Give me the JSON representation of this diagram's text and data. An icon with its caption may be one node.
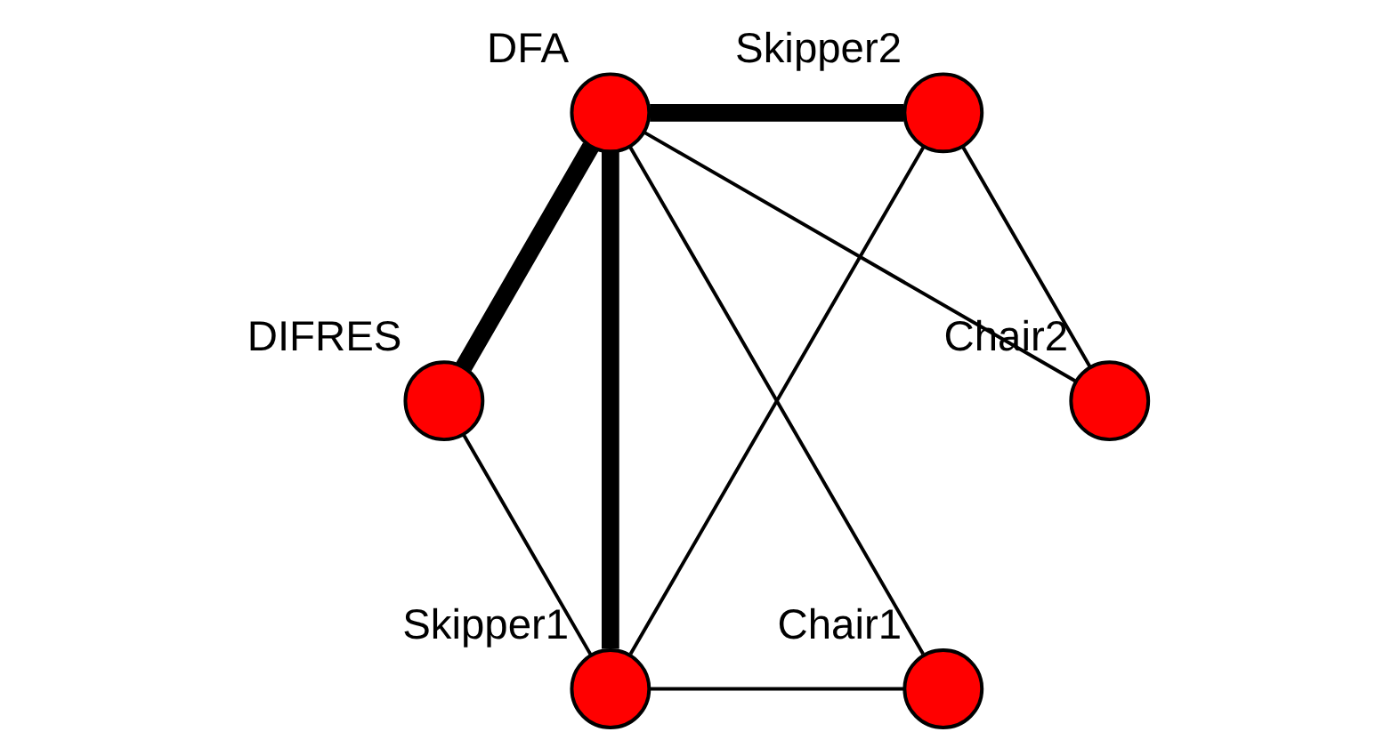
{
  "diagram": {
    "nodes": [
      {
        "text": [],
        "shape": "circle",
        "beside": [
          "DFA"
        ]
      },
      {
        "text": [],
        "shape": "circle",
        "beside": [
          "DIFRES"
        ]
      },
      {
        "text": [],
        "shape": "circle",
        "beside": [
          "Chair2"
        ]
      },
      {
        "text": [],
        "shape": "circle",
        "beside": [
          "Skipper2"
        ]
      },
      {
        "text": [],
        "shape": "circle",
        "beside": [
          "Chair1"
        ]
      },
      {
        "text": [],
        "shape": "circle",
        "beside": [
          "Skipper1"
        ]
      }
    ],
    "edges": [
      {
        "from": 0,
        "to": 1,
        "arrow": "none",
        "style": "thick"
      },
      {
        "from": 0,
        "to": 2,
        "arrow": "none"
      },
      {
        "from": 0,
        "to": 3,
        "arrow": "none",
        "style": "thick"
      },
      {
        "from": 0,
        "to": 4,
        "arrow": "none"
      },
      {
        "from": 0,
        "to": 5,
        "arrow": "none",
        "style": "thick"
      },
      {
        "from": 1,
        "to": 5,
        "arrow": "none"
      },
      {
        "from": 2,
        "to": 3,
        "arrow": "none"
      },
      {
        "from": 4,
        "to": 5,
        "arrow": "none"
      },
      {
        "from": 3,
        "to": 5,
        "arrow": "none"
      }
    ]
  }
}
